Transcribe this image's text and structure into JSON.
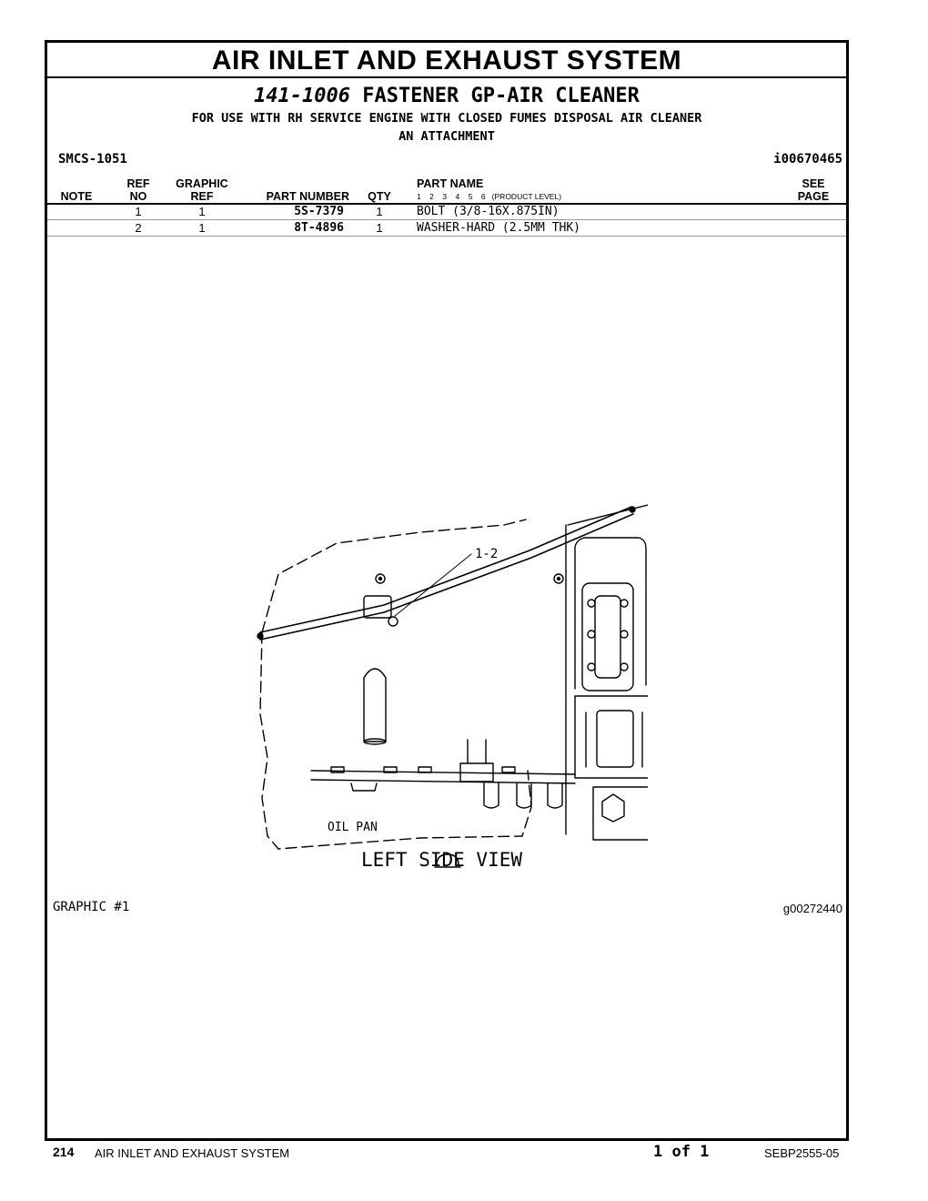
{
  "section_title": "AIR INLET AND EXHAUST SYSTEM",
  "group": {
    "number": "141-1006",
    "name": "FASTENER GP-AIR CLEANER",
    "usage_line1": "FOR USE WITH RH SERVICE ENGINE WITH CLOSED FUMES DISPOSAL AIR CLEANER",
    "usage_line2": "AN ATTACHMENT"
  },
  "smcs": "SMCS-1051",
  "illustration_id": "i00670465",
  "table": {
    "headers": {
      "note": "NOTE",
      "ref_no_1": "REF",
      "ref_no_2": "NO",
      "graphic_ref_1": "GRAPHIC",
      "graphic_ref_2": "REF",
      "part_number": "PART NUMBER",
      "qty": "QTY",
      "part_name": "PART NAME",
      "product_levels": "1    2    3    4    5    6   (PRODUCT LEVEL)",
      "see_page_1": "SEE",
      "see_page_2": "PAGE"
    },
    "rows": [
      {
        "note": "",
        "ref_no": "1",
        "graphic_ref": "1",
        "part_number": "5S-7379",
        "qty": "1",
        "part_name": "BOLT (3/8-16X.875IN)",
        "see_page": ""
      },
      {
        "note": "",
        "ref_no": "2",
        "graphic_ref": "1",
        "part_number": "8T-4896",
        "qty": "1",
        "part_name": "WASHER-HARD (2.5MM THK)",
        "see_page": ""
      }
    ]
  },
  "graphic": {
    "callout": "1-2",
    "oil_pan_label": "OIL PAN",
    "view_label": "LEFT SIDE VIEW",
    "graphic_label": "GRAPHIC #1",
    "graphic_id": "g00272440"
  },
  "footer": {
    "page_number": "214",
    "section": "AIR INLET AND EXHAUST SYSTEM",
    "page_of": "1 of 1",
    "doc_id": "SEBP2555-05"
  }
}
